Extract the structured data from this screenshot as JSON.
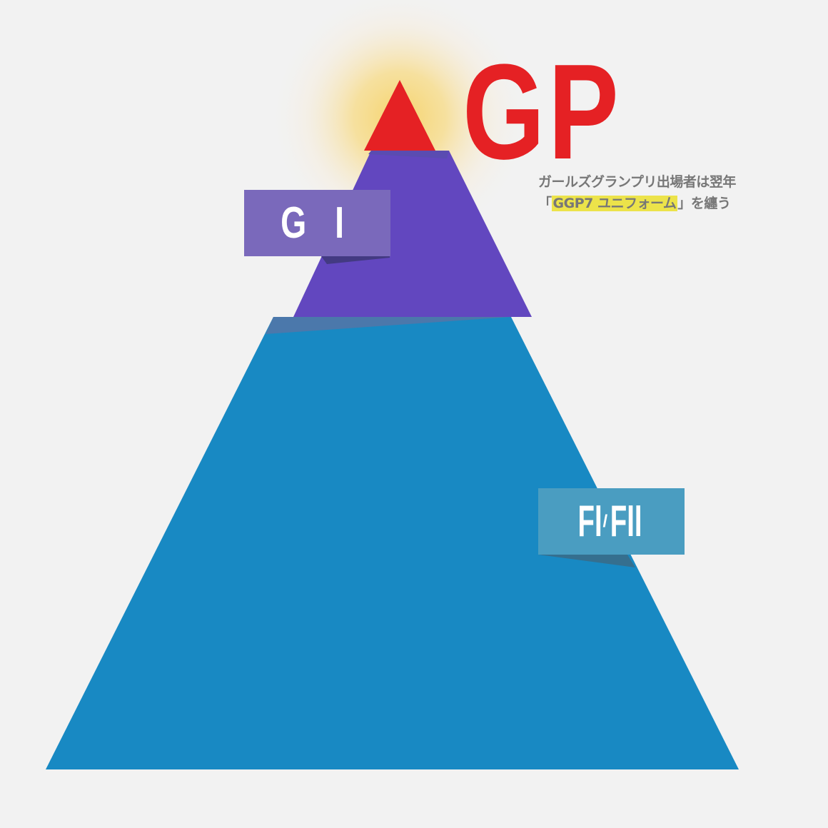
{
  "diagram": {
    "colors": {
      "background": "#f2f2f2",
      "tier_gp": "#e52124",
      "tier_gi": "#6247bf",
      "tier_f": "#1889c3",
      "label_gi": "#7a69bb",
      "label_f": "#4a9dc1",
      "glow": "#f5d36b",
      "highlight": "#ece34a",
      "caption_text": "#777777"
    },
    "tiers": [
      {
        "id": "gp",
        "label": "GP"
      },
      {
        "id": "gi",
        "label": "G I"
      },
      {
        "id": "f",
        "label_main": "FI",
        "label_separator": "/",
        "label_second": "FII"
      }
    ],
    "caption": {
      "line1": "ガールズグランプリ出場者は翌年",
      "line2_open": "「",
      "line2_highlight": "GGP7 ユニフォーム",
      "line2_close": "」を纏う"
    }
  }
}
